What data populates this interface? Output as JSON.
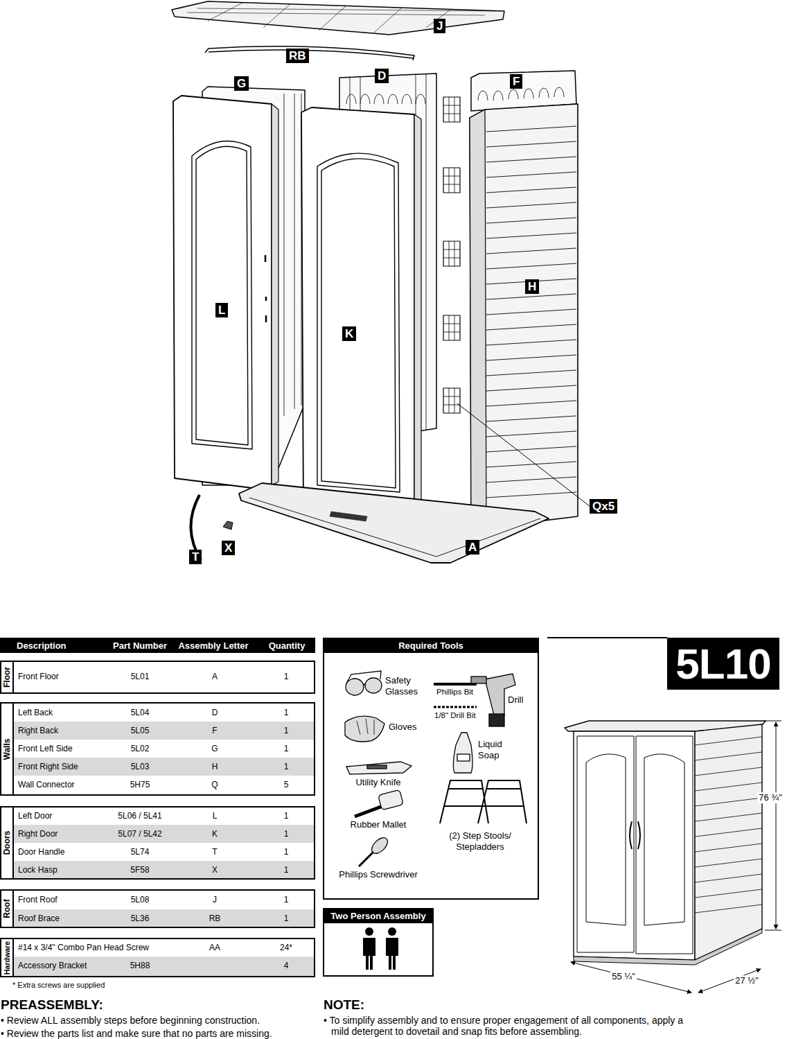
{
  "diagram": {
    "nodes": [
      {
        "text": [
          "J"
        ]
      },
      {
        "text": [
          "RB"
        ]
      },
      {
        "text": [
          "D"
        ]
      },
      {
        "text": [
          "G"
        ]
      },
      {
        "text": [
          "F"
        ]
      },
      {
        "text": [
          "H"
        ]
      },
      {
        "text": [
          "L"
        ]
      },
      {
        "text": [
          "K"
        ]
      },
      {
        "text": [
          "Qx5"
        ]
      },
      {
        "text": [
          "A"
        ]
      },
      {
        "text": [
          "X"
        ]
      },
      {
        "text": [
          "T"
        ]
      },
      {
        "text": [
          "Description",
          "Part Number",
          "Assembly Letter",
          "Quantity"
        ]
      },
      {
        "text": [
          "Floor"
        ]
      },
      {
        "text": [
          "Walls"
        ]
      },
      {
        "text": [
          "Doors"
        ]
      },
      {
        "text": [
          "Roof"
        ]
      },
      {
        "text": [
          "Hardware"
        ]
      },
      {
        "text": [
          "Required Tools"
        ]
      },
      {
        "text": [
          "5L10"
        ]
      },
      {
        "text": [
          "Two Person Assembly"
        ]
      }
    ],
    "labels": [
      "Front Floor",
      "5L01",
      "A",
      "1",
      "Left Back",
      "5L04",
      "D",
      "1",
      "Right Back",
      "5L05",
      "F",
      "1",
      "Front Left Side",
      "5L02",
      "G",
      "1",
      "Front Right Side",
      "5L03",
      "H",
      "1",
      "Wall Connector",
      "5H75",
      "Q",
      "5",
      "Left Door",
      "5L06 / 5L41",
      "L",
      "1",
      "Right Door",
      "5L07 / 5L42",
      "K",
      "1",
      "Door Handle",
      "5L74",
      "T",
      "1",
      "Lock Hasp",
      "5F58",
      "X",
      "1",
      "Front Roof",
      "5L08",
      "J",
      "1",
      "Roof Brace",
      "5L36",
      "RB",
      "1",
      "#14 x 3/4\" Combo Pan Head Screw",
      "AA",
      "24*",
      "Accessory Bracket",
      "5H88",
      "4",
      "* Extra screws are supplied",
      "PREASSEMBLY:",
      "• Review ALL assembly steps before beginning construction.",
      "• Review the parts list and make sure that no parts are missing.",
      "NOTE:",
      "• To simplify assembly and to ensure proper engagement of all components, apply a mild detergent to dovetail and snap fits before assembling.",
      "Safety Glasses",
      "Gloves",
      "Utility Knife",
      "Rubber Mallet",
      "Phillips Screwdriver",
      "Phillips Bit",
      "1/8\" Drill Bit",
      "Drill",
      "Liquid Soap",
      "(2) Step Stools/ Stepladders",
      "76 ¾\"",
      "55 ¼\"",
      "27 ½\""
    ]
  }
}
